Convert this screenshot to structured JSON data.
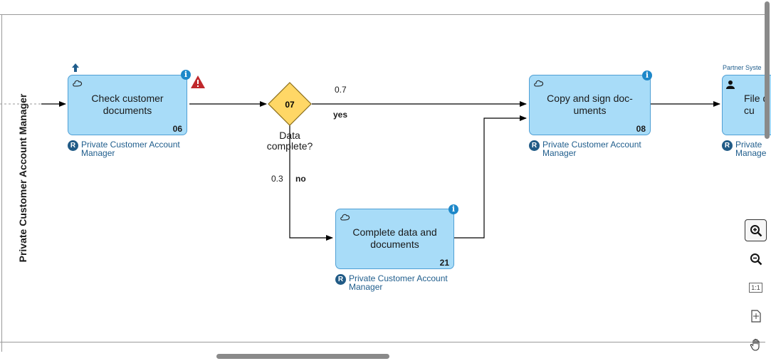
{
  "lane": {
    "title": "Private Customer Account Manager"
  },
  "tasks": [
    {
      "title": "Check customer documents",
      "number": "06",
      "role": "Private Customer Account Manager"
    },
    {
      "title": "Copy and sign doc-uments",
      "number": "08",
      "role": "Private Customer Account Manager"
    },
    {
      "title": "Complete data and documents",
      "number": "21",
      "role": "Private Customer Account Manager"
    },
    {
      "title": "File d cu",
      "number": "",
      "role": "Private Manage",
      "system": "Partner Syste"
    }
  ],
  "gateway": {
    "number": "07",
    "label": "Data complete?"
  },
  "edges": {
    "yes_probability": "0.7",
    "yes_label": "yes",
    "no_probability": "0.3",
    "no_label": "no"
  },
  "icons": {
    "info": "info-icon",
    "warning": "warning-icon",
    "cloud": "cloud-icon",
    "role_badge": "R",
    "upload": "upload-arrow-icon",
    "user": "user-icon"
  },
  "toolbar": {
    "items": [
      "zoom-in",
      "zoom-out",
      "1:1",
      "fit-page",
      "pan"
    ],
    "reset_label": "1:1"
  },
  "colors": {
    "task_fill": "#a8dcf8",
    "task_border": "#4f9fd4",
    "gateway_fill": "#ffd766",
    "gateway_border": "#8a6d1a",
    "info": "#1e88c9",
    "warning": "#c0282b",
    "role": "#215b86"
  }
}
